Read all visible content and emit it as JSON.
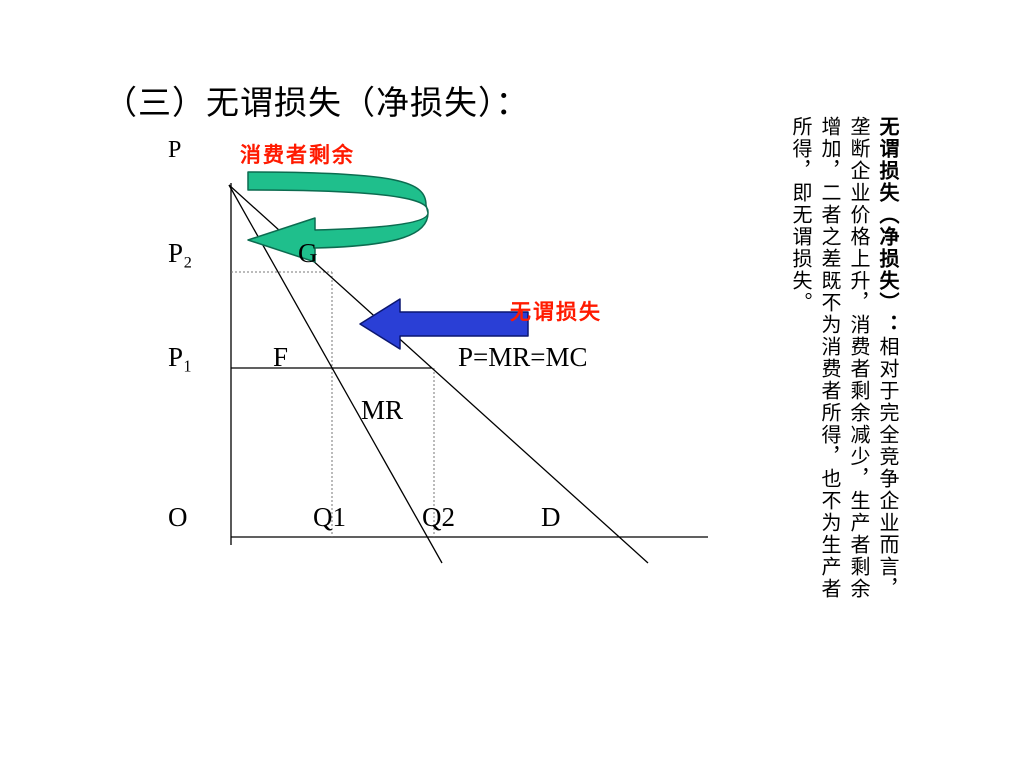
{
  "slide": {
    "title": "（三）无谓损失（净损失）：",
    "labels": {
      "p_axis": "P",
      "p2": "P₂",
      "g": "G",
      "p1": "P₁",
      "f": "F",
      "p_mr_mc": "P=MR=MC",
      "mr": "MR",
      "origin": "O",
      "q1": "Q1",
      "q2": "Q2",
      "d": "D"
    },
    "callouts": {
      "consumer_surplus": "消费者剩余",
      "deadweight_loss": "无谓损失"
    },
    "side_note": {
      "term": "无谓损失（净损失）：",
      "body": "相对于完全竞争企业而言，垄断企业价格上升，消费者剩余减少，生产者剩余增加，二者之差既不为消费者所得，也不为生产者所得，即无谓损失。"
    }
  },
  "colors": {
    "curved_arrow_fill": "#1fbf8c",
    "curved_arrow_stroke": "#0c6c50",
    "straight_arrow_fill": "#2a3fd6",
    "straight_arrow_stroke": "#0b1670",
    "red_label": "#ff1a00"
  }
}
